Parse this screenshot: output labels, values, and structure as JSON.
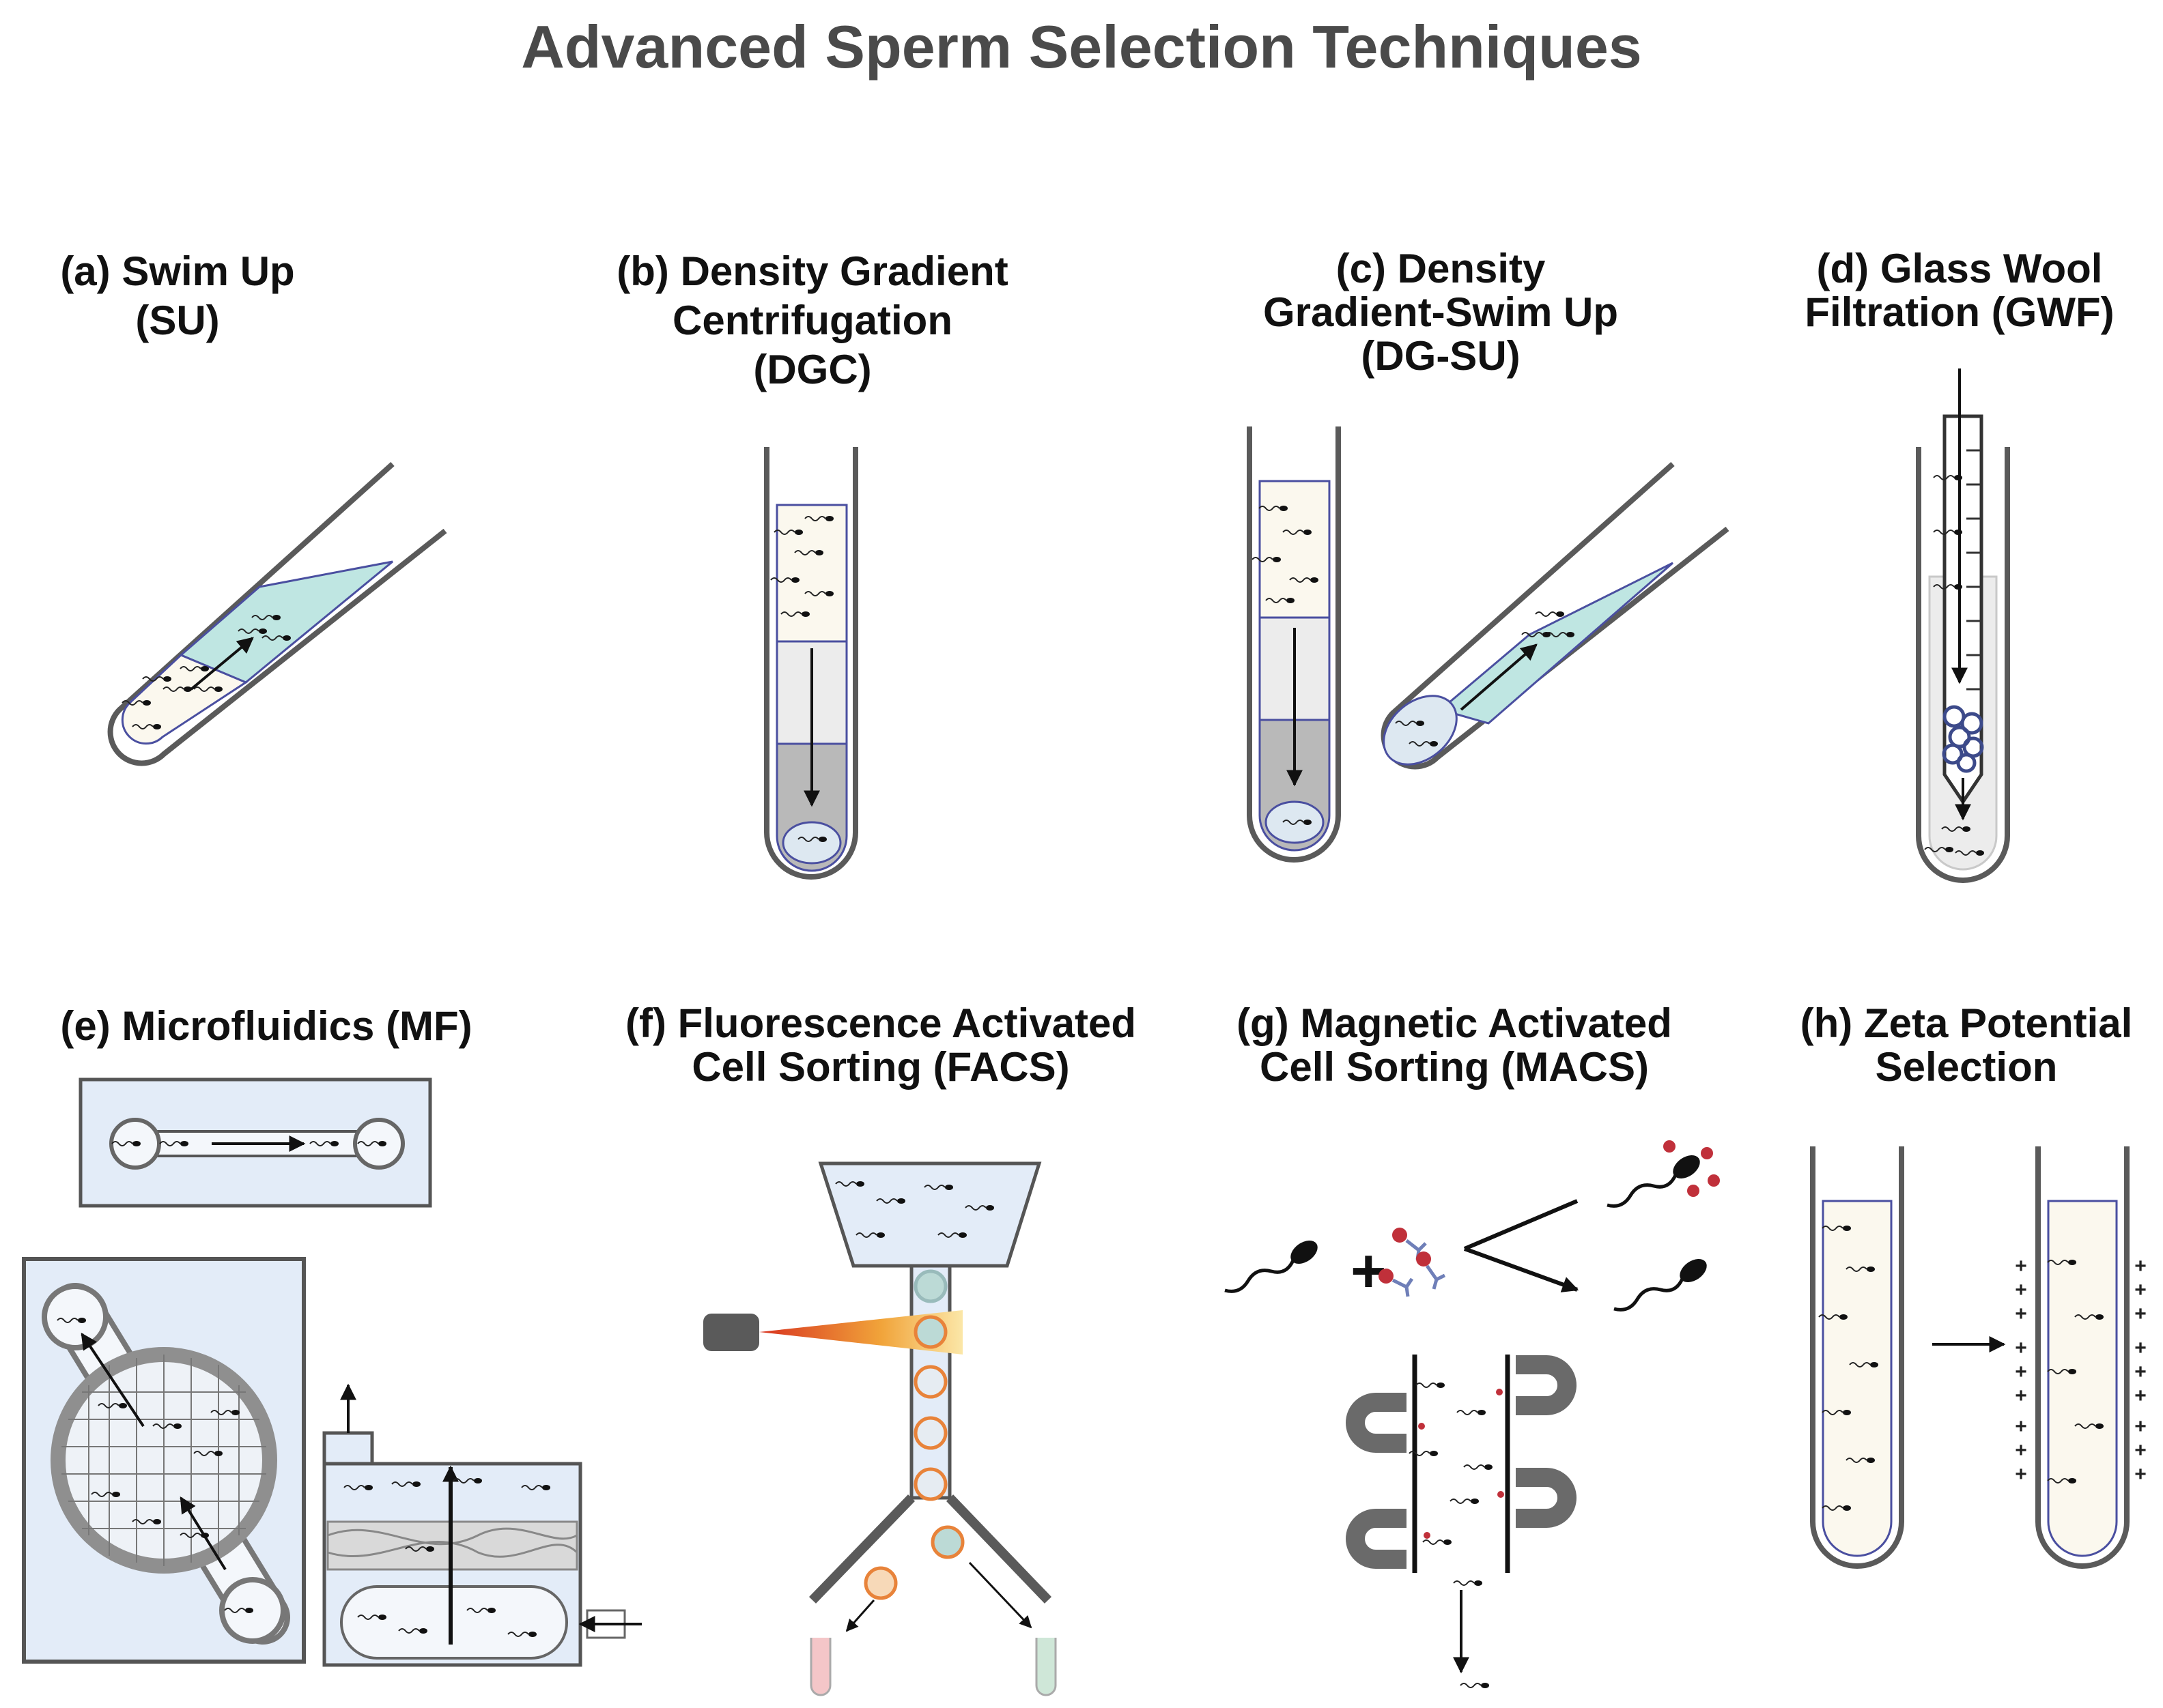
{
  "title": "Advanced Sperm Selection Techniques",
  "panels": [
    {
      "id": "a",
      "lines": [
        "(a) Swim Up",
        "(SU)"
      ]
    },
    {
      "id": "b",
      "lines": [
        "(b) Density Gradient",
        "Centrifugation",
        "(DGC)"
      ]
    },
    {
      "id": "c",
      "lines": [
        "(c) Density",
        "Gradient-Swim Up",
        "(DG-SU)"
      ]
    },
    {
      "id": "d",
      "lines": [
        "(d) Glass Wool",
        "Filtration (GWF)"
      ]
    },
    {
      "id": "e",
      "lines": [
        "(e) Microfluidics (MF)"
      ]
    },
    {
      "id": "f",
      "lines": [
        "(f) Fluorescence Activated",
        "Cell Sorting (FACS)"
      ]
    },
    {
      "id": "g",
      "lines": [
        "(g) Magnetic Activated",
        "Cell Sorting (MACS)"
      ]
    },
    {
      "id": "h",
      "lines": [
        "(h) Zeta Potential",
        "Selection"
      ]
    }
  ],
  "colors": {
    "tube": "#5a5a5a",
    "fluid_border": "#4a4fa0",
    "semen": "#fbf8ee",
    "swim_medium": "#bfe6e2",
    "gradient_light": "#ececec",
    "gradient_dark": "#b9b9b9",
    "chip_bg": "#e3ecf8",
    "facs_orange": "#e8833a",
    "facs_teal": "#bcdad6",
    "bead_red": "#c0303a",
    "antibody_blue": "#6f7fb8",
    "glass_wool": "#3c4a8a"
  },
  "icons": [
    "test-tube-icon",
    "sperm-cell-icon",
    "arrow-icon",
    "laser-icon",
    "magnet-icon",
    "microfluidic-chip-icon",
    "funnel-icon",
    "glass-wool-icon",
    "antibody-bead-icon",
    "plus-icon"
  ],
  "zeta_marks": {
    "charge_symbol": "+"
  },
  "macs_marks": {
    "plus": "+"
  }
}
